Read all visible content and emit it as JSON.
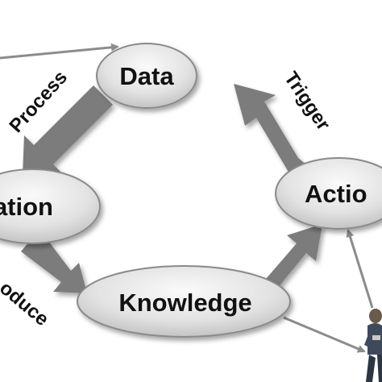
{
  "nodes": {
    "data": {
      "label": "Data"
    },
    "information": {
      "label": "ation"
    },
    "action": {
      "label": "Actio"
    },
    "knowledge": {
      "label": "Knowledge"
    }
  },
  "edges": {
    "process": {
      "label": "Process"
    },
    "trigger": {
      "label": "Trigger"
    },
    "produce": {
      "label": "oduce"
    }
  },
  "colors": {
    "node_fill_light": "#f4f4f4",
    "node_fill_dark": "#c4c4c4",
    "node_stroke": "#8a8a8a",
    "arrow_fill": "#7b7b7b",
    "thin_arrow": "#8c8c8c",
    "text": "#111111"
  },
  "figure": {
    "description_icon": "person-figure-icon"
  }
}
